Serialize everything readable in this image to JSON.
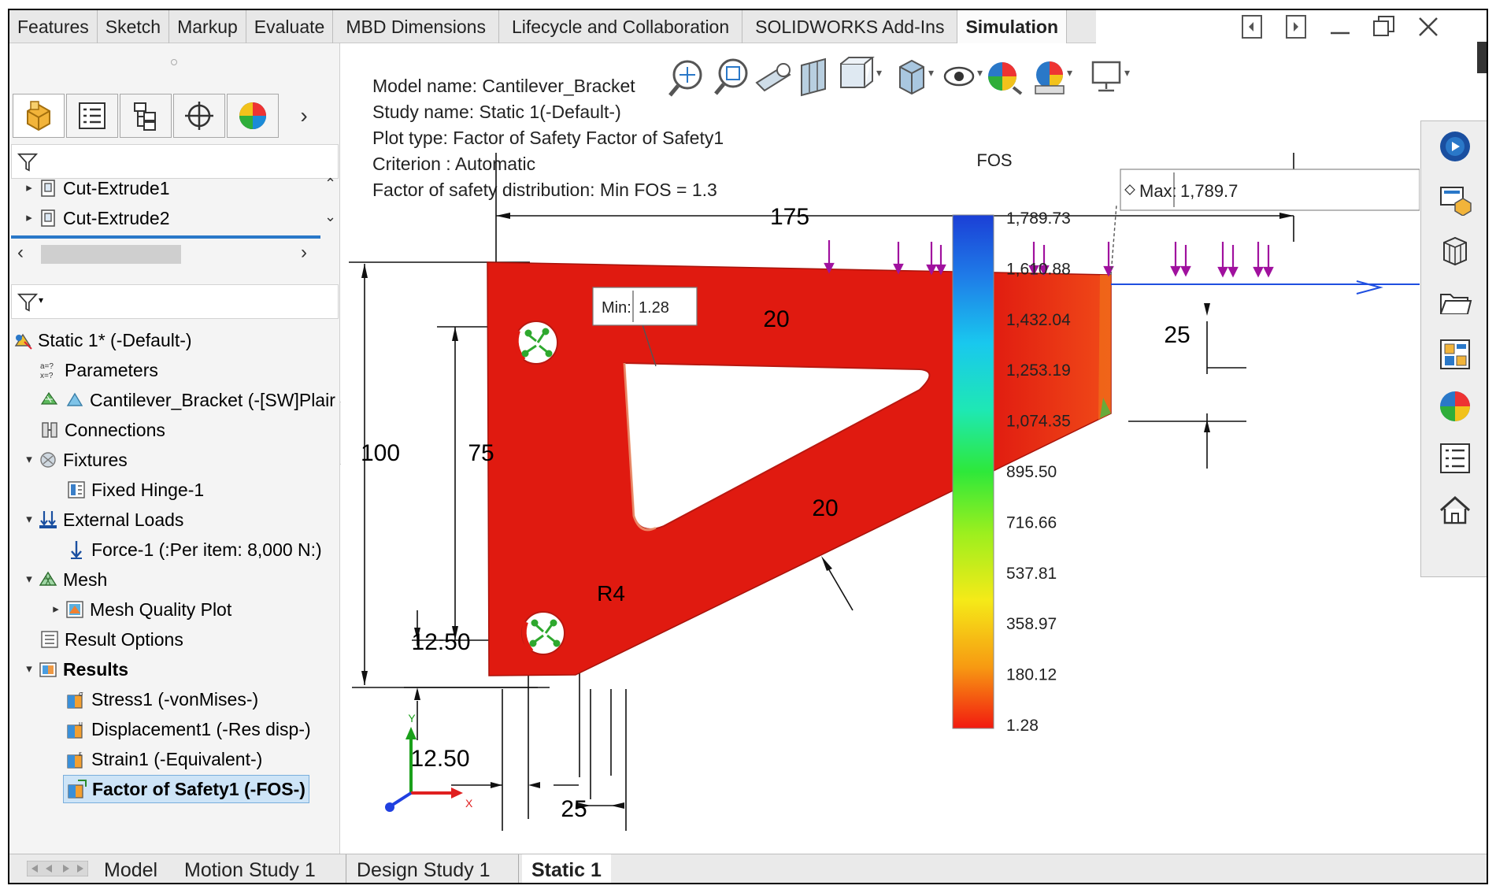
{
  "tabs": [
    {
      "label": "Features"
    },
    {
      "label": "Sketch"
    },
    {
      "label": "Markup"
    },
    {
      "label": "Evaluate"
    },
    {
      "label": "MBD Dimensions"
    },
    {
      "label": "Lifecycle and Collaboration"
    },
    {
      "label": "SOLIDWORKS Add-Ins"
    },
    {
      "label": "Simulation"
    }
  ],
  "active_tab": "Simulation",
  "feature_list": [
    "Cut-Extrude1",
    "Cut-Extrude2"
  ],
  "tree": {
    "study": "Static 1* (-Default-)",
    "parameters": "Parameters",
    "part": "Cantilever_Bracket (-[SW]Plair",
    "connections": "Connections",
    "fixtures": "Fixtures",
    "fixed_hinge": "Fixed Hinge-1",
    "external_loads": "External Loads",
    "force": "Force-1 (:Per item: 8,000 N:)",
    "mesh": "Mesh",
    "mesh_quality": "Mesh Quality Plot",
    "result_options": "Result Options",
    "results": "Results",
    "stress": "Stress1 (-vonMises-)",
    "displacement": "Displacement1 (-Res disp-)",
    "strain": "Strain1 (-Equivalent-)",
    "fos": "Factor of Safety1 (-FOS-)"
  },
  "info": {
    "model_name": "Model name: Cantilever_Bracket",
    "study_name": "Study name: Static 1(-Default-)",
    "plot_type": "Plot type: Factor of Safety Factor of Safety1",
    "criterion": "Criterion : Automatic",
    "distribution": "Factor of safety distribution: Min FOS = 1.3"
  },
  "legend": {
    "title": "FOS",
    "ticks": [
      "1,789.73",
      "1,610.88",
      "1,432.04",
      "1,253.19",
      "1,074.35",
      "895.50",
      "716.66",
      "537.81",
      "358.97",
      "180.12",
      "1.28"
    ]
  },
  "probes": {
    "min_label": "Min:",
    "min_value": "1.28",
    "max_label": "Max:",
    "max_value": "1,789.7"
  },
  "dimensions": {
    "width_top": "175",
    "height_total": "100",
    "hole_spacing": "75",
    "top_thickness": "20",
    "diag_thickness": "20",
    "right_height": "25",
    "fillet": "R4",
    "hole_offset_y": "12.50",
    "hole_offset_x": "12.50",
    "bottom_width": "25"
  },
  "triad": {
    "y": "Y",
    "x": "X"
  },
  "bottom_tabs": [
    {
      "label": "Model"
    },
    {
      "label": "Motion Study 1"
    },
    {
      "label": "Design Study 1"
    },
    {
      "label": "Static 1"
    }
  ],
  "colors": {
    "part_red": "#e01a10",
    "load_arrow": "#a0119e",
    "fixture": "#2ea82e",
    "selection": "#cde4f7"
  }
}
